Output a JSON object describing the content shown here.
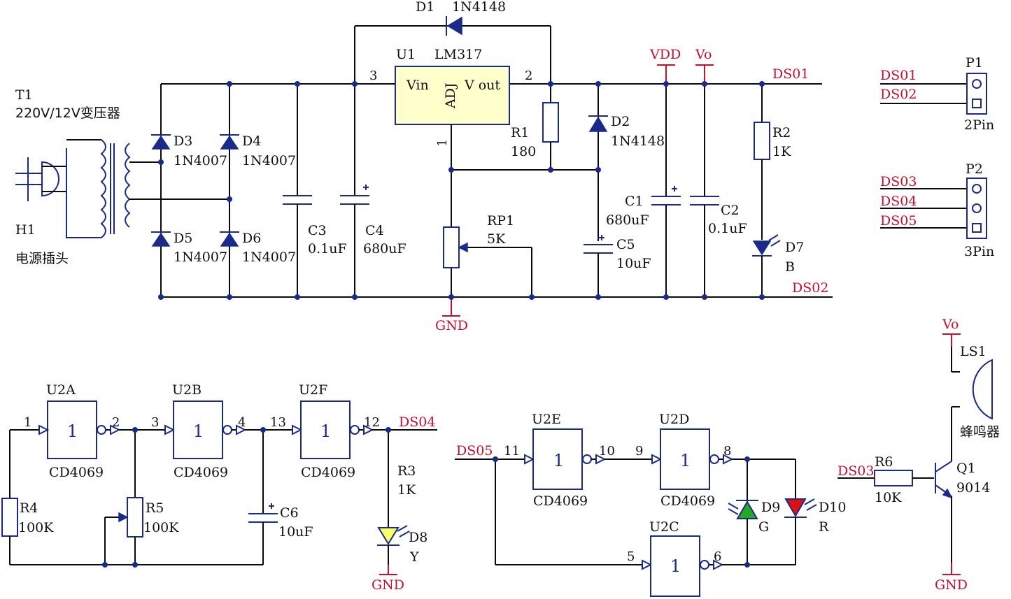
{
  "colors": {
    "wire": "#0a0a0a",
    "component": "#1a2a8a",
    "net_label": "#c8102e",
    "regulator_fill": "#ffffcc",
    "led_green": "#22aa22",
    "led_red": "#dd1111",
    "led_yellow": "#ffff66"
  },
  "power": {
    "t1_ref": "T1",
    "t1_value": "220V/12V变压器",
    "h1_ref": "H1",
    "h1_value": "电源插头",
    "d3": {
      "ref": "D3",
      "value": "1N4007"
    },
    "d4": {
      "ref": "D4",
      "value": "1N4007"
    },
    "d5": {
      "ref": "D5",
      "value": "1N4007"
    },
    "d6": {
      "ref": "D6",
      "value": "1N4007"
    },
    "c3": {
      "ref": "C3",
      "value": "0.1uF"
    },
    "c4": {
      "ref": "C4",
      "value": "680uF"
    },
    "d1": {
      "ref": "D1",
      "value": "1N4148"
    },
    "u1": {
      "ref": "U1",
      "value": "LM317",
      "vin": "Vin",
      "adj": "ADJ",
      "vout": "V out",
      "pin3": "3",
      "pin2": "2",
      "pin1": "1"
    },
    "r1": {
      "ref": "R1",
      "value": "180"
    },
    "d2": {
      "ref": "D2",
      "value": "1N4148"
    },
    "rp1": {
      "ref": "RP1",
      "value": "5K"
    },
    "c5": {
      "ref": "C5",
      "value": "10uF"
    },
    "c1": {
      "ref": "C1",
      "value": "680uF"
    },
    "c2": {
      "ref": "C2",
      "value": "0.1uF"
    },
    "r2": {
      "ref": "R2",
      "value": "1K"
    },
    "d7": {
      "ref": "D7",
      "value": "B"
    },
    "vdd": "VDD",
    "vo": "Vo",
    "gnd": "GND",
    "ds01": "DS01",
    "ds02": "DS02"
  },
  "connectors": {
    "p1": {
      "ref": "P1",
      "type": "2Pin",
      "net1": "DS01",
      "net2": "DS02"
    },
    "p2": {
      "ref": "P2",
      "type": "3Pin",
      "net1": "DS03",
      "net2": "DS04",
      "net3": "DS05"
    }
  },
  "oscillator": {
    "u2a": {
      "ref": "U2A",
      "part": "CD4069",
      "gate": "1",
      "pin_in": "1",
      "pin_out": "2"
    },
    "u2b": {
      "ref": "U2B",
      "part": "CD4069",
      "gate": "1",
      "pin_in": "3",
      "pin_out": "4"
    },
    "u2f": {
      "ref": "U2F",
      "part": "CD4069",
      "gate": "1",
      "pin_in": "13",
      "pin_out": "12"
    },
    "r4": {
      "ref": "R4",
      "value": "100K"
    },
    "r5": {
      "ref": "R5",
      "value": "100K"
    },
    "c6": {
      "ref": "C6",
      "value": "10uF"
    },
    "r3": {
      "ref": "R3",
      "value": "1K"
    },
    "d8": {
      "ref": "D8",
      "value": "Y"
    },
    "ds04": "DS04",
    "gnd": "GND"
  },
  "indicator": {
    "ds05": "DS05",
    "u2e": {
      "ref": "U2E",
      "part": "CD4069",
      "gate": "1",
      "pin_in": "11",
      "pin_out": "10"
    },
    "u2d": {
      "ref": "U2D",
      "part": "CD4069",
      "gate": "1",
      "pin_in": "9",
      "pin_out": "8"
    },
    "u2c": {
      "ref": "U2C",
      "gate": "1",
      "pin_in": "5",
      "pin_out": "6"
    },
    "d9": {
      "ref": "D9",
      "value": "G"
    },
    "d10": {
      "ref": "D10",
      "value": "R"
    }
  },
  "buzzer": {
    "vo": "Vo",
    "ls1": {
      "ref": "LS1",
      "value": "蜂鸣器"
    },
    "ds03": "DS03",
    "r6": {
      "ref": "R6",
      "value": "10K"
    },
    "q1": {
      "ref": "Q1",
      "value": "9014"
    },
    "gnd": "GND"
  }
}
